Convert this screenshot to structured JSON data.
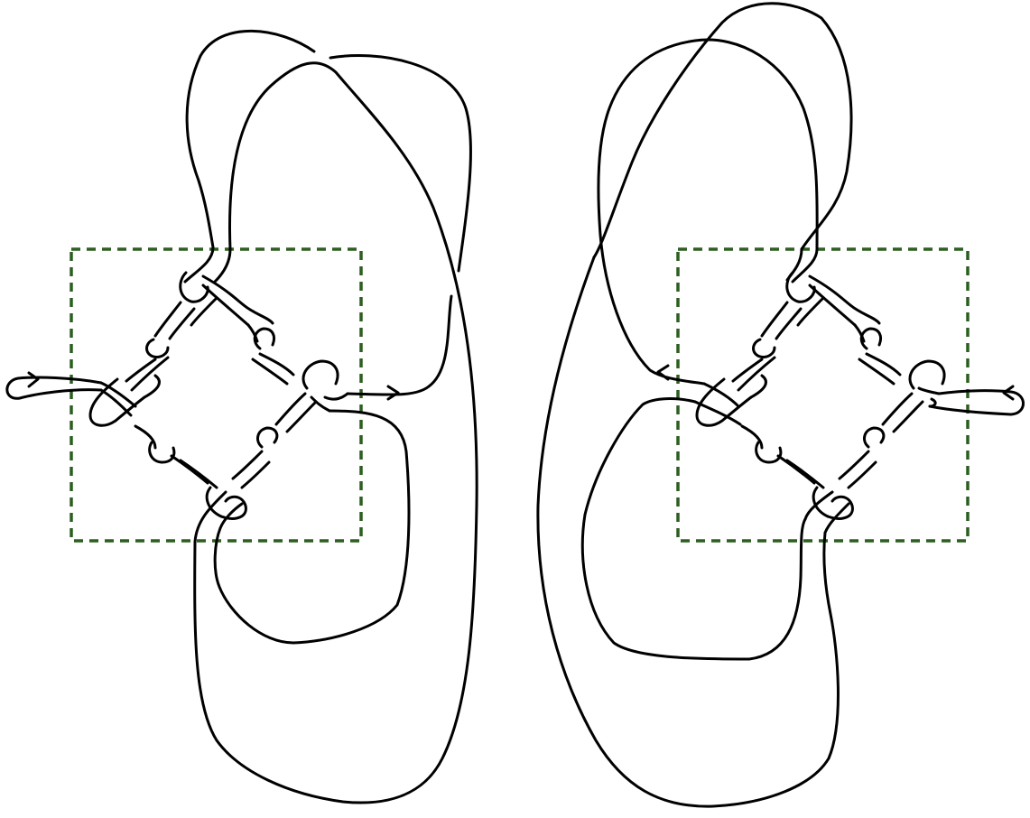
{
  "diagram": {
    "type": "knot-diagram",
    "panels": [
      {
        "id": "left",
        "orientation_arrows": [
          "entering-right",
          "exiting-right"
        ]
      },
      {
        "id": "right",
        "orientation_arrows": [
          "exiting-left",
          "entering-left"
        ]
      }
    ],
    "colors": {
      "strand": "#000000",
      "tangle_box": "#2d5e20",
      "background": "#ffffff"
    },
    "tangle_box_style": "dashed",
    "icons": [
      "tangle-region-box",
      "orientation-arrow"
    ]
  }
}
